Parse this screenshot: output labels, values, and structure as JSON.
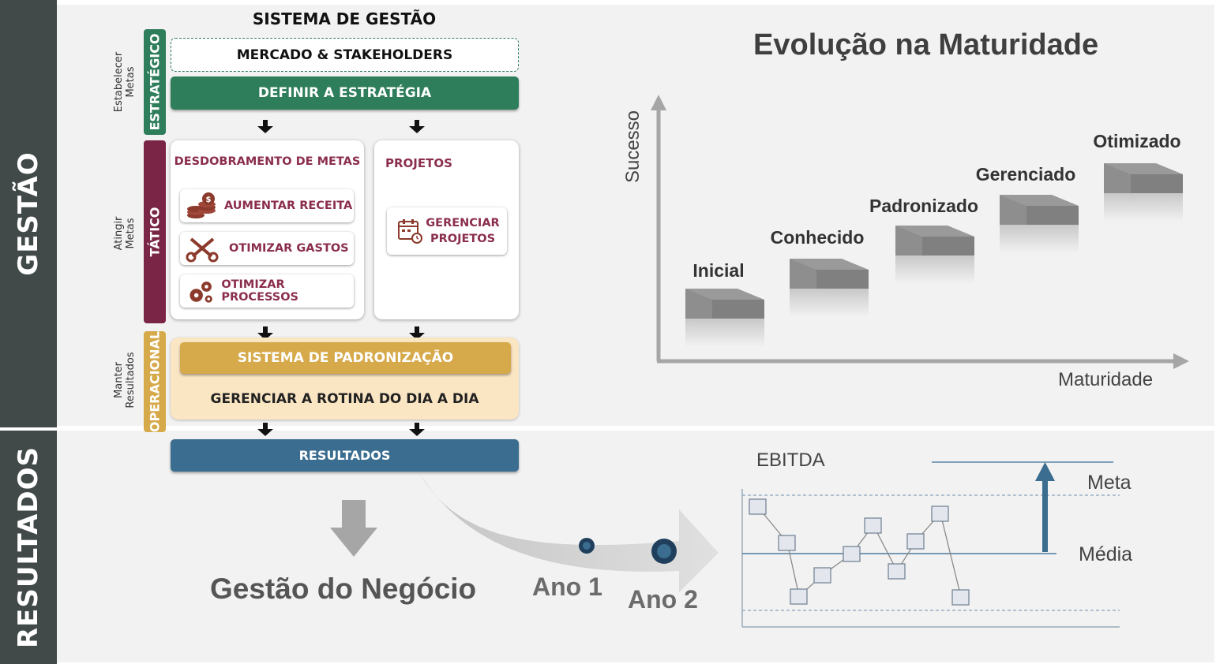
{
  "sidebar": {
    "top_label": "GESTÃO",
    "bottom_label": "RESULTADOS"
  },
  "system": {
    "title": "SISTEMA DE GESTÃO",
    "level_labels": {
      "establish": "Estabelecer\nMetas",
      "achieve": "Atingir\nMetas",
      "maintain": "Manter\nResultados"
    },
    "tiers": {
      "strategic": "ESTRATÉGICO",
      "tactical": "TÁTICO",
      "operational": "OPERACIONAL"
    },
    "market": "MERCADO & STAKEHOLDERS",
    "strategy": "DEFINIR A ESTRATÉGIA",
    "deployment_title": "DESDOBRAMENTO DE METAS",
    "deployment_items": [
      "AUMENTAR RECEITA",
      "OTIMIZAR GASTOS",
      "OTIMIZAR PROCESSOS"
    ],
    "projects_title": "PROJETOS",
    "projects_item": "GERENCIAR PROJETOS",
    "standardization": "SISTEMA DE PADRONIZAÇÃO",
    "routine": "GERENCIAR A ROTINA DO DIA A DIA",
    "results": "RESULTADOS"
  },
  "business": {
    "title": "Gestão do Negócio",
    "year1": "Ano 1",
    "year2": "Ano 2"
  },
  "maturity": {
    "title": "Evolução na Maturidade",
    "y_axis": "Sucesso",
    "x_axis": "Maturidade",
    "levels": [
      "Inicial",
      "Conhecido",
      "Padronizado",
      "Gerenciado",
      "Otimizado"
    ]
  },
  "ebitda": {
    "title": "EBITDA",
    "meta_label": "Meta",
    "media_label": "Média"
  },
  "colors": {
    "sidebar": "#414a49",
    "panel": "#f2f2f2",
    "strategic": "#2e7d5b",
    "tactical": "#7a2545",
    "operational": "#d6a94a",
    "operational_bg": "#fbe6c4",
    "results": "#3a6d8f",
    "accent_text": "#8b2e4d"
  }
}
